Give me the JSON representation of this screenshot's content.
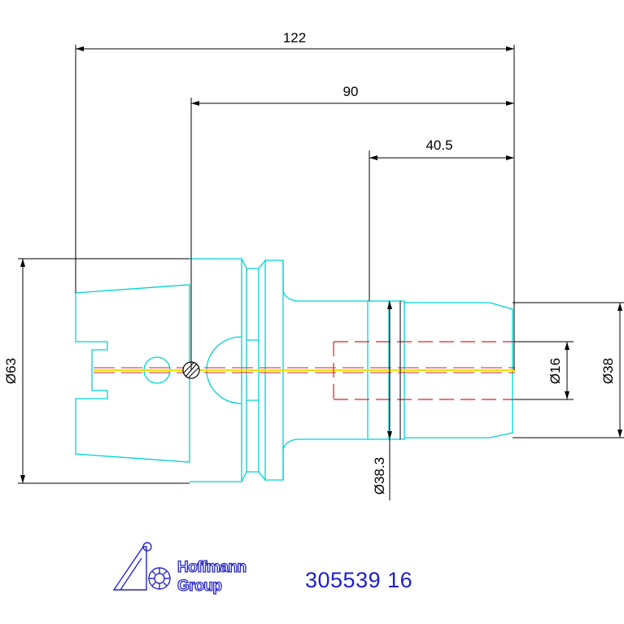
{
  "dimensions": {
    "overall_length": "122",
    "gauge_length": "90",
    "bore_depth": "40.5",
    "flange_diameter": "Ø63",
    "shank_diameter_outer": "Ø38.3",
    "bore_diameter": "Ø16",
    "nose_diameter": "Ø38"
  },
  "logo": {
    "line1": "Hoffmann",
    "line2": "Group"
  },
  "part_number": "305539 16",
  "colors": {
    "outline": "#00d2d2",
    "dimension": "#000000",
    "hidden": "#e02020",
    "centerline": "#f0e000",
    "brand": "#2727c4"
  },
  "icons": {
    "logo_mark": "hoffmann-logo-icon"
  }
}
